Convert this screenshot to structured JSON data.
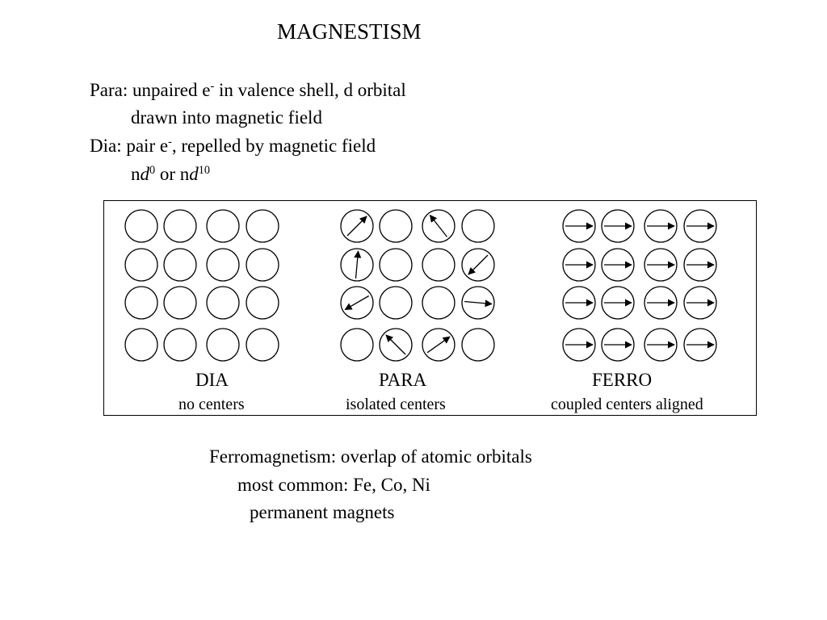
{
  "title": "MAGNESTISM",
  "definitions": {
    "para": {
      "prefix": "Para: unpaired e",
      "sup": "-",
      "suffix": " in valence shell, d orbital",
      "detail": "drawn into magnetic field"
    },
    "dia": {
      "prefix": "Dia: pair e",
      "sup": "-",
      "suffix": ", repelled by magnetic field",
      "detail_n1": "n",
      "detail_d1": "d",
      "detail_sup1": "0",
      "detail_or": " or n",
      "detail_d2": "d",
      "detail_sup2": "10"
    }
  },
  "panels": [
    {
      "name": "DIA",
      "desc": "no centers",
      "arrows": [
        [
          null,
          null,
          null,
          null
        ],
        [
          null,
          null,
          null,
          null
        ],
        [
          null,
          null,
          null,
          null
        ],
        [
          null,
          null,
          null,
          null
        ]
      ]
    },
    {
      "name": "PARA",
      "desc": "isolated centers",
      "arrows": [
        [
          -45,
          null,
          -128,
          null
        ],
        [
          -85,
          null,
          null,
          135
        ],
        [
          150,
          null,
          null,
          5
        ],
        [
          null,
          -135,
          -35,
          null
        ]
      ]
    },
    {
      "name": "FERRO",
      "desc": "coupled centers aligned",
      "arrows": [
        [
          0,
          0,
          0,
          0
        ],
        [
          0,
          0,
          0,
          0
        ],
        [
          0,
          0,
          0,
          0
        ],
        [
          0,
          0,
          0,
          0
        ]
      ]
    }
  ],
  "notes": [
    "Ferromagnetism: overlap of atomic orbitals",
    "most common: Fe, Co, Ni",
    "permanent magnets"
  ]
}
